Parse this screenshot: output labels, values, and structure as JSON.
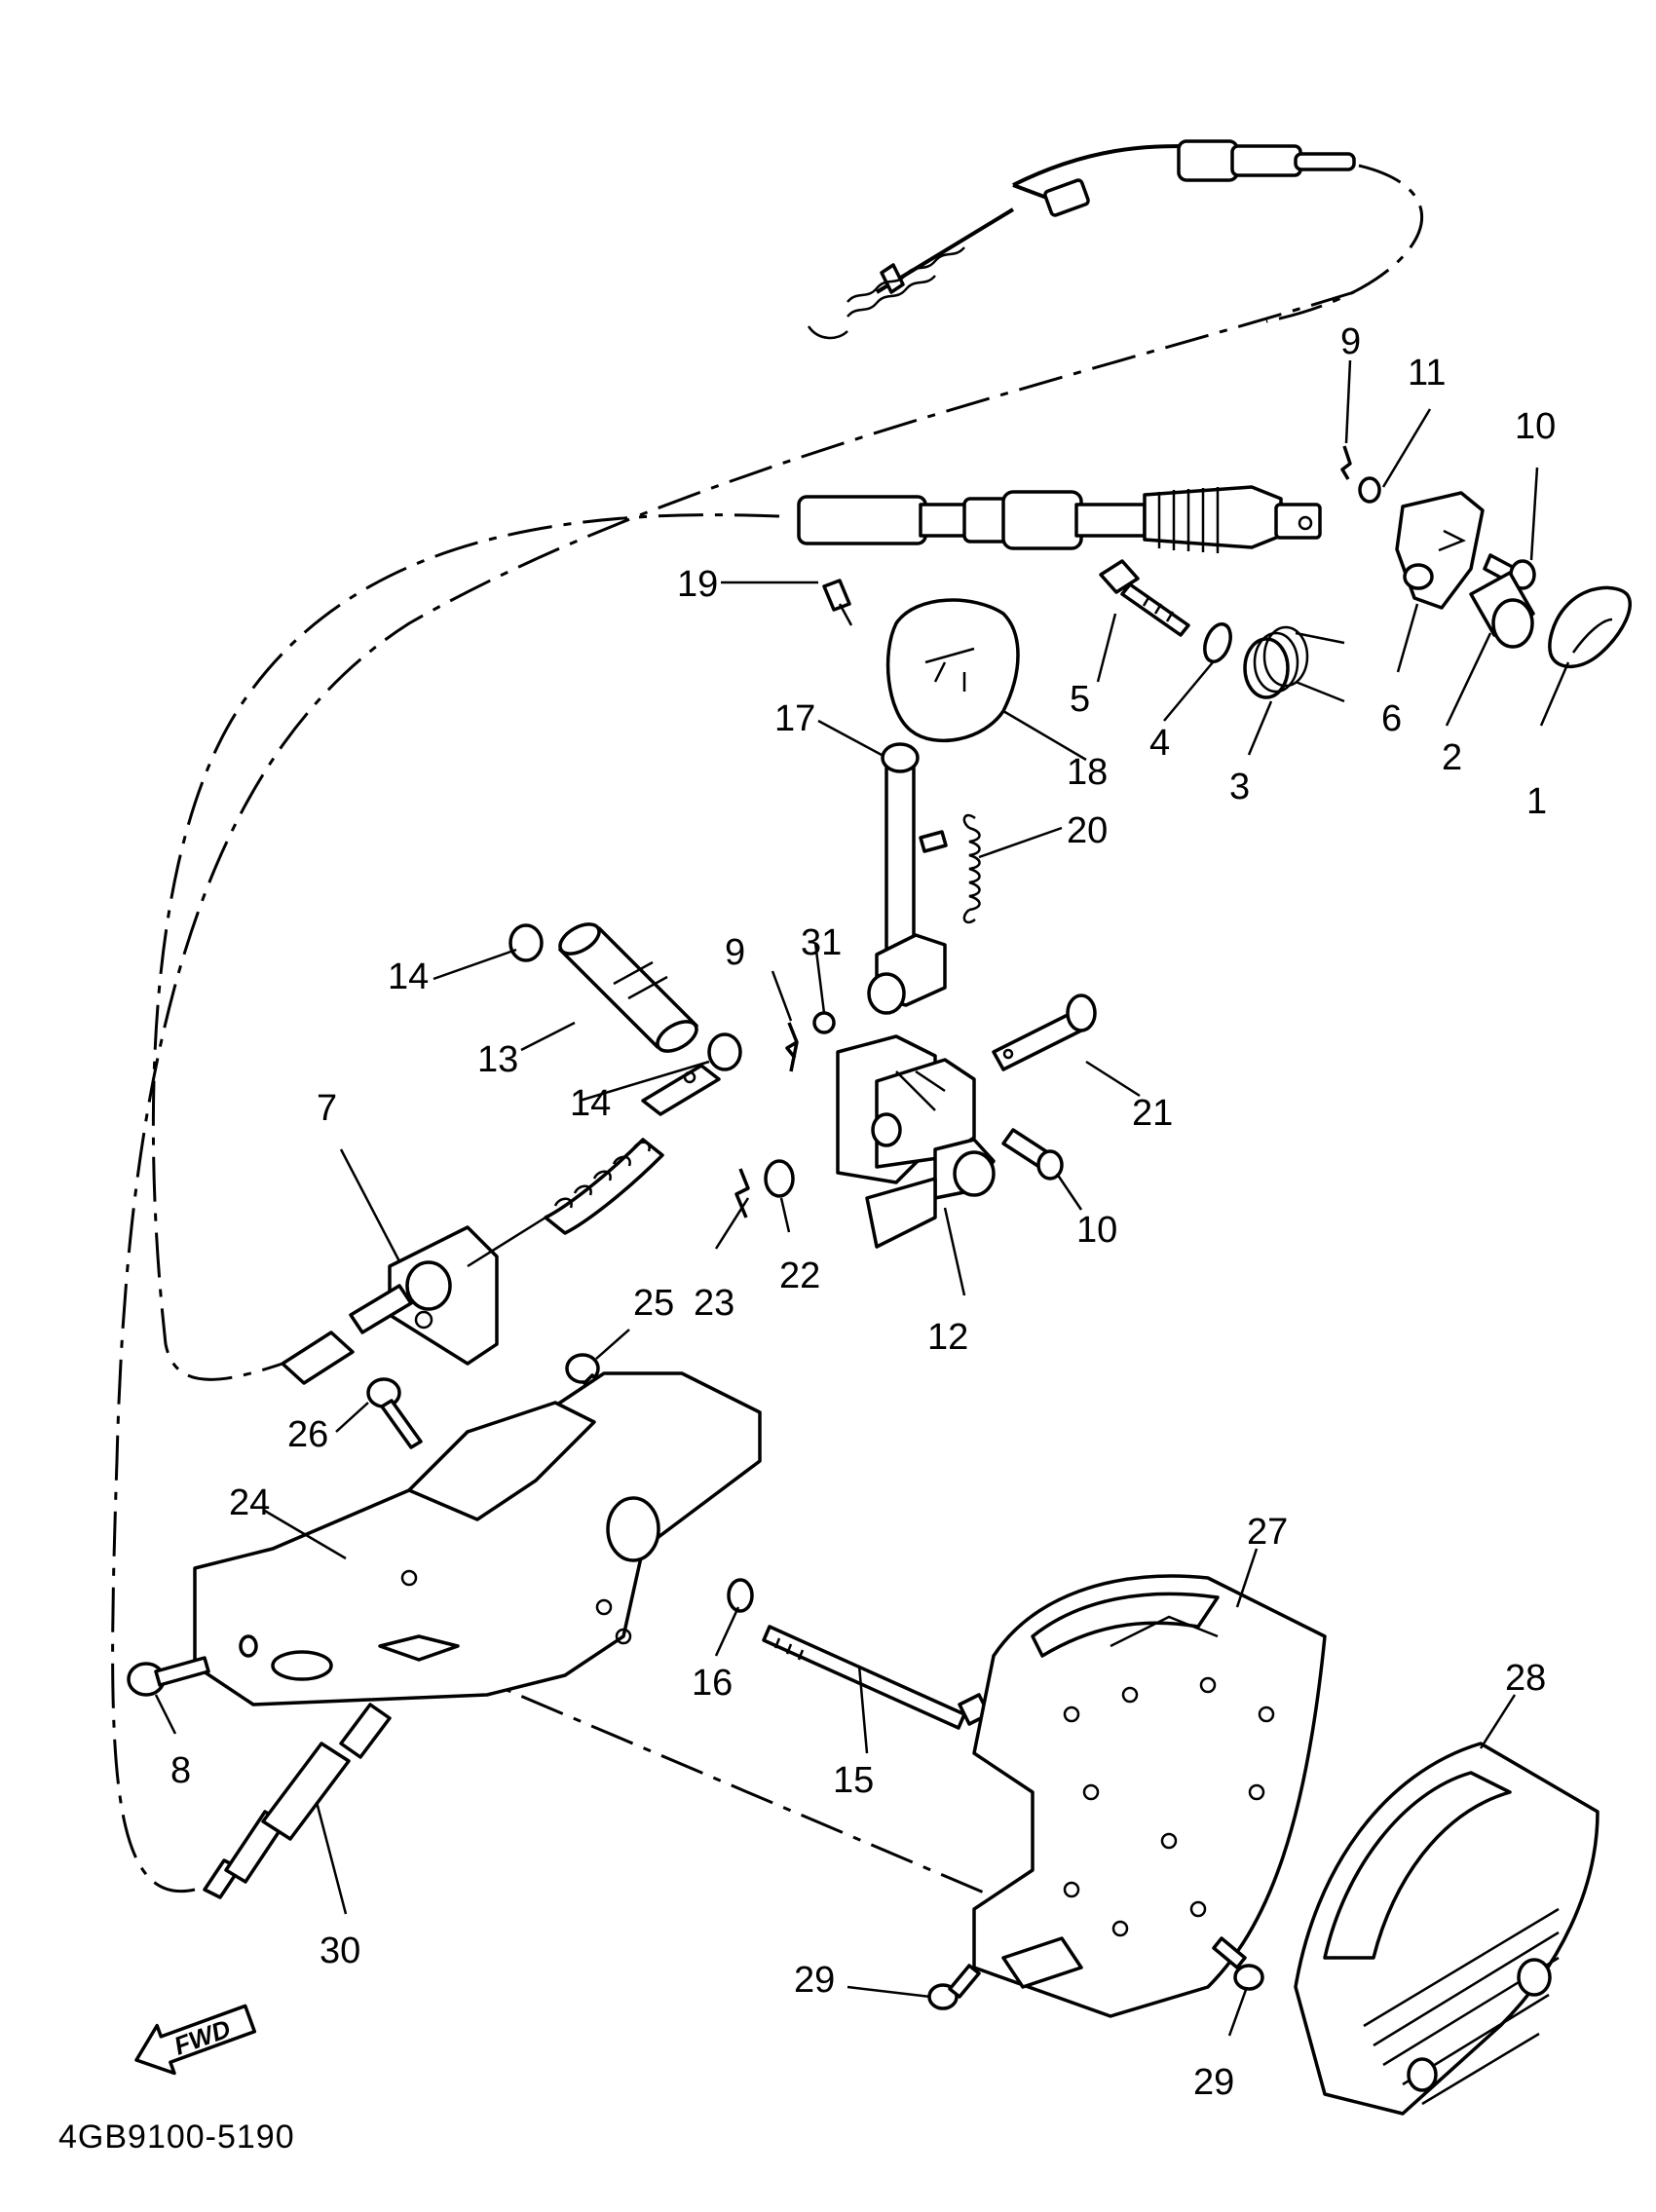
{
  "diagram_code": "4GB9100-5190",
  "direction_label": "FWD",
  "callouts": [
    {
      "key": "p1",
      "label": "1"
    },
    {
      "key": "p2",
      "label": "2"
    },
    {
      "key": "p3",
      "label": "3"
    },
    {
      "key": "p4",
      "label": "4"
    },
    {
      "key": "p5",
      "label": "5"
    },
    {
      "key": "p6",
      "label": "6"
    },
    {
      "key": "p7",
      "label": "7"
    },
    {
      "key": "p8",
      "label": "8"
    },
    {
      "key": "p9a",
      "label": "9"
    },
    {
      "key": "p9b",
      "label": "9"
    },
    {
      "key": "p10a",
      "label": "10"
    },
    {
      "key": "p10b",
      "label": "10"
    },
    {
      "key": "p11",
      "label": "11"
    },
    {
      "key": "p12",
      "label": "12"
    },
    {
      "key": "p13",
      "label": "13"
    },
    {
      "key": "p14a",
      "label": "14"
    },
    {
      "key": "p14b",
      "label": "14"
    },
    {
      "key": "p15",
      "label": "15"
    },
    {
      "key": "p16",
      "label": "16"
    },
    {
      "key": "p17",
      "label": "17"
    },
    {
      "key": "p18",
      "label": "18"
    },
    {
      "key": "p19",
      "label": "19"
    },
    {
      "key": "p20",
      "label": "20"
    },
    {
      "key": "p21",
      "label": "21"
    },
    {
      "key": "p22",
      "label": "22"
    },
    {
      "key": "p23",
      "label": "23"
    },
    {
      "key": "p24",
      "label": "24"
    },
    {
      "key": "p25",
      "label": "25"
    },
    {
      "key": "p26",
      "label": "26"
    },
    {
      "key": "p27",
      "label": "27"
    },
    {
      "key": "p28",
      "label": "28"
    },
    {
      "key": "p29a",
      "label": "29"
    },
    {
      "key": "p29b",
      "label": "29"
    },
    {
      "key": "p30",
      "label": "30"
    },
    {
      "key": "p31",
      "label": "31"
    }
  ]
}
